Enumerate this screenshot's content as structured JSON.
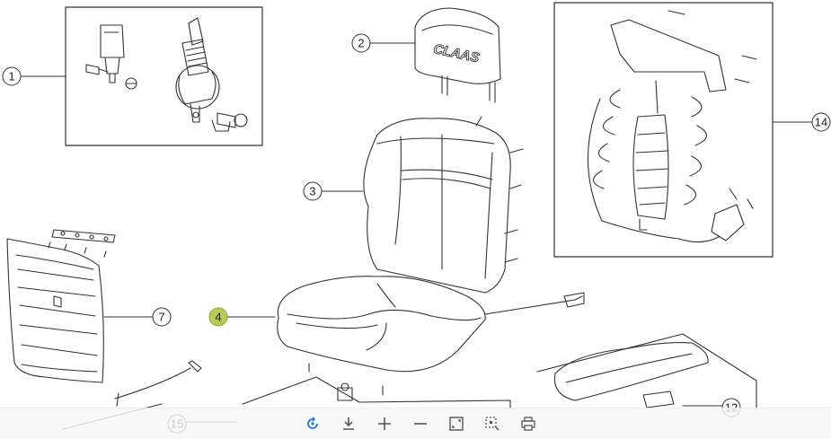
{
  "diagram": {
    "callouts": [
      {
        "id": "c1",
        "label": "1",
        "highlighted": false
      },
      {
        "id": "c2",
        "label": "2",
        "highlighted": false
      },
      {
        "id": "c3",
        "label": "3",
        "highlighted": false
      },
      {
        "id": "c4",
        "label": "4",
        "highlighted": true
      },
      {
        "id": "c7",
        "label": "7",
        "highlighted": false
      },
      {
        "id": "c12",
        "label": "12",
        "highlighted": false
      },
      {
        "id": "c14",
        "label": "14",
        "highlighted": false
      },
      {
        "id": "c15",
        "label": "15",
        "highlighted": false
      }
    ],
    "brand_text": "CLAAS",
    "colors": {
      "line": "#333333",
      "highlight": "#b8cc52",
      "toolbar_active": "#1a73e8"
    }
  },
  "toolbar": {
    "buttons": [
      {
        "name": "rotate-button",
        "icon": "rotate-icon",
        "active": true
      },
      {
        "name": "download-button",
        "icon": "download-icon",
        "active": false
      },
      {
        "name": "zoom-in-button",
        "icon": "plus-icon",
        "active": false
      },
      {
        "name": "zoom-out-button",
        "icon": "minus-icon",
        "active": false
      },
      {
        "name": "fit-screen-button",
        "icon": "fit-screen-icon",
        "active": false
      },
      {
        "name": "select-area-button",
        "icon": "select-area-icon",
        "active": false
      },
      {
        "name": "print-button",
        "icon": "print-icon",
        "active": false
      }
    ]
  }
}
